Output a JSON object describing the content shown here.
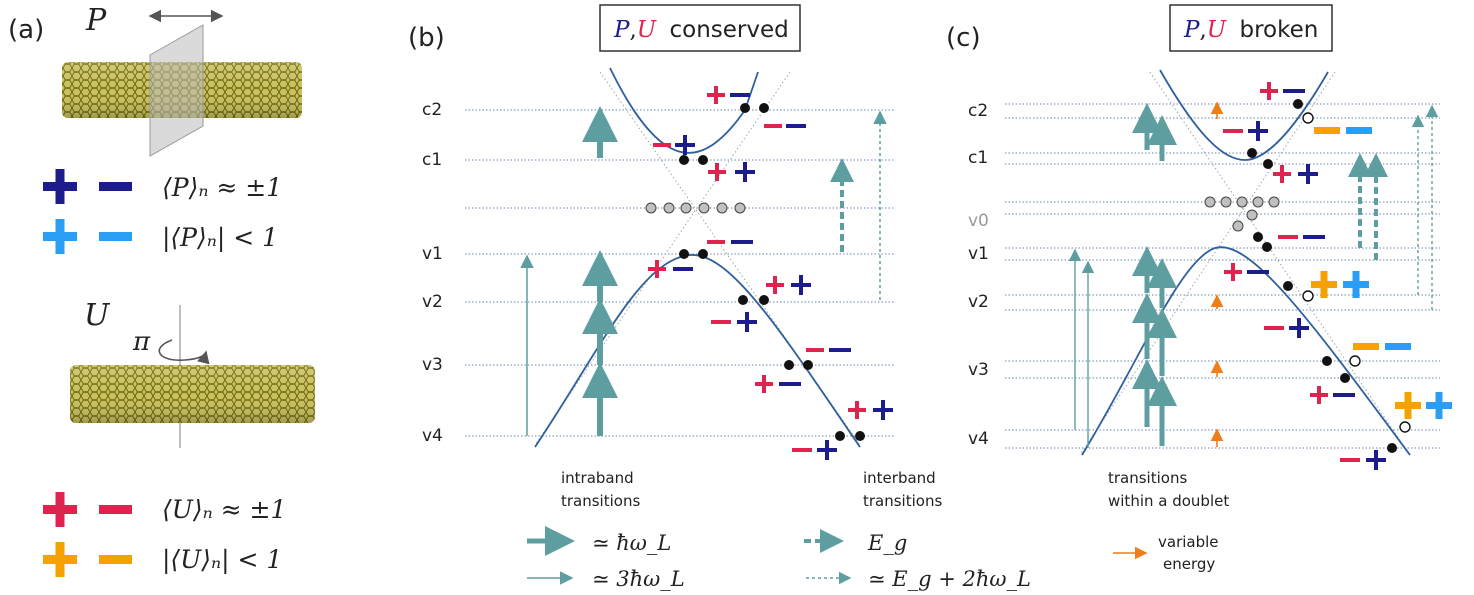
{
  "panels": {
    "a": {
      "label": "(a)",
      "p_symbol": "P",
      "u_symbol": "U",
      "pi_symbol": "π",
      "legend": [
        {
          "sign_color": "#1c1c8c",
          "text": "⟨P⟩ₙ ≈ ±1"
        },
        {
          "sign_color": "#2a9df4",
          "text": "|⟨P⟩ₙ| < 1"
        },
        {
          "sign_color": "#e0224f",
          "text": "⟨U⟩ₙ ≈ ±1"
        },
        {
          "sign_color": "#f5a100",
          "text": "|⟨U⟩ₙ| < 1"
        }
      ]
    },
    "b": {
      "label": "(b)",
      "box_p": "P",
      "box_comma": ",",
      "box_u": "U",
      "box_word": "conserved",
      "levels": [
        "c2",
        "c1",
        "v1",
        "v2",
        "v3",
        "v4"
      ],
      "caption_left": [
        "intraband",
        "transitions"
      ],
      "caption_right": [
        "interband",
        "transitions"
      ]
    },
    "c": {
      "label": "(c)",
      "box_p": "P",
      "box_comma": ",",
      "box_u": "U",
      "box_word": "broken",
      "levels": [
        "c2",
        "c1",
        "v0",
        "v1",
        "v2",
        "v3",
        "v4"
      ],
      "caption": [
        "transitions",
        "within a doublet"
      ]
    }
  },
  "legend_bottom": {
    "thick_solid": "≃ ħω_L",
    "thin_solid": "≃ 3ħω_L",
    "thick_dashed": "E_g",
    "thin_dashed": "≃ E_g + 2ħω_L",
    "orange": [
      "variable",
      "energy"
    ]
  },
  "colors": {
    "band": "#2f5fa0",
    "arrow": "#5f9ea0",
    "orange": "#ef7d1a",
    "navy": "#1c1c8c",
    "crimson": "#e0224f",
    "sky": "#2a9df4",
    "amber": "#f5a100",
    "p_box": "#1c1c8c",
    "u_box": "#e0224f"
  }
}
